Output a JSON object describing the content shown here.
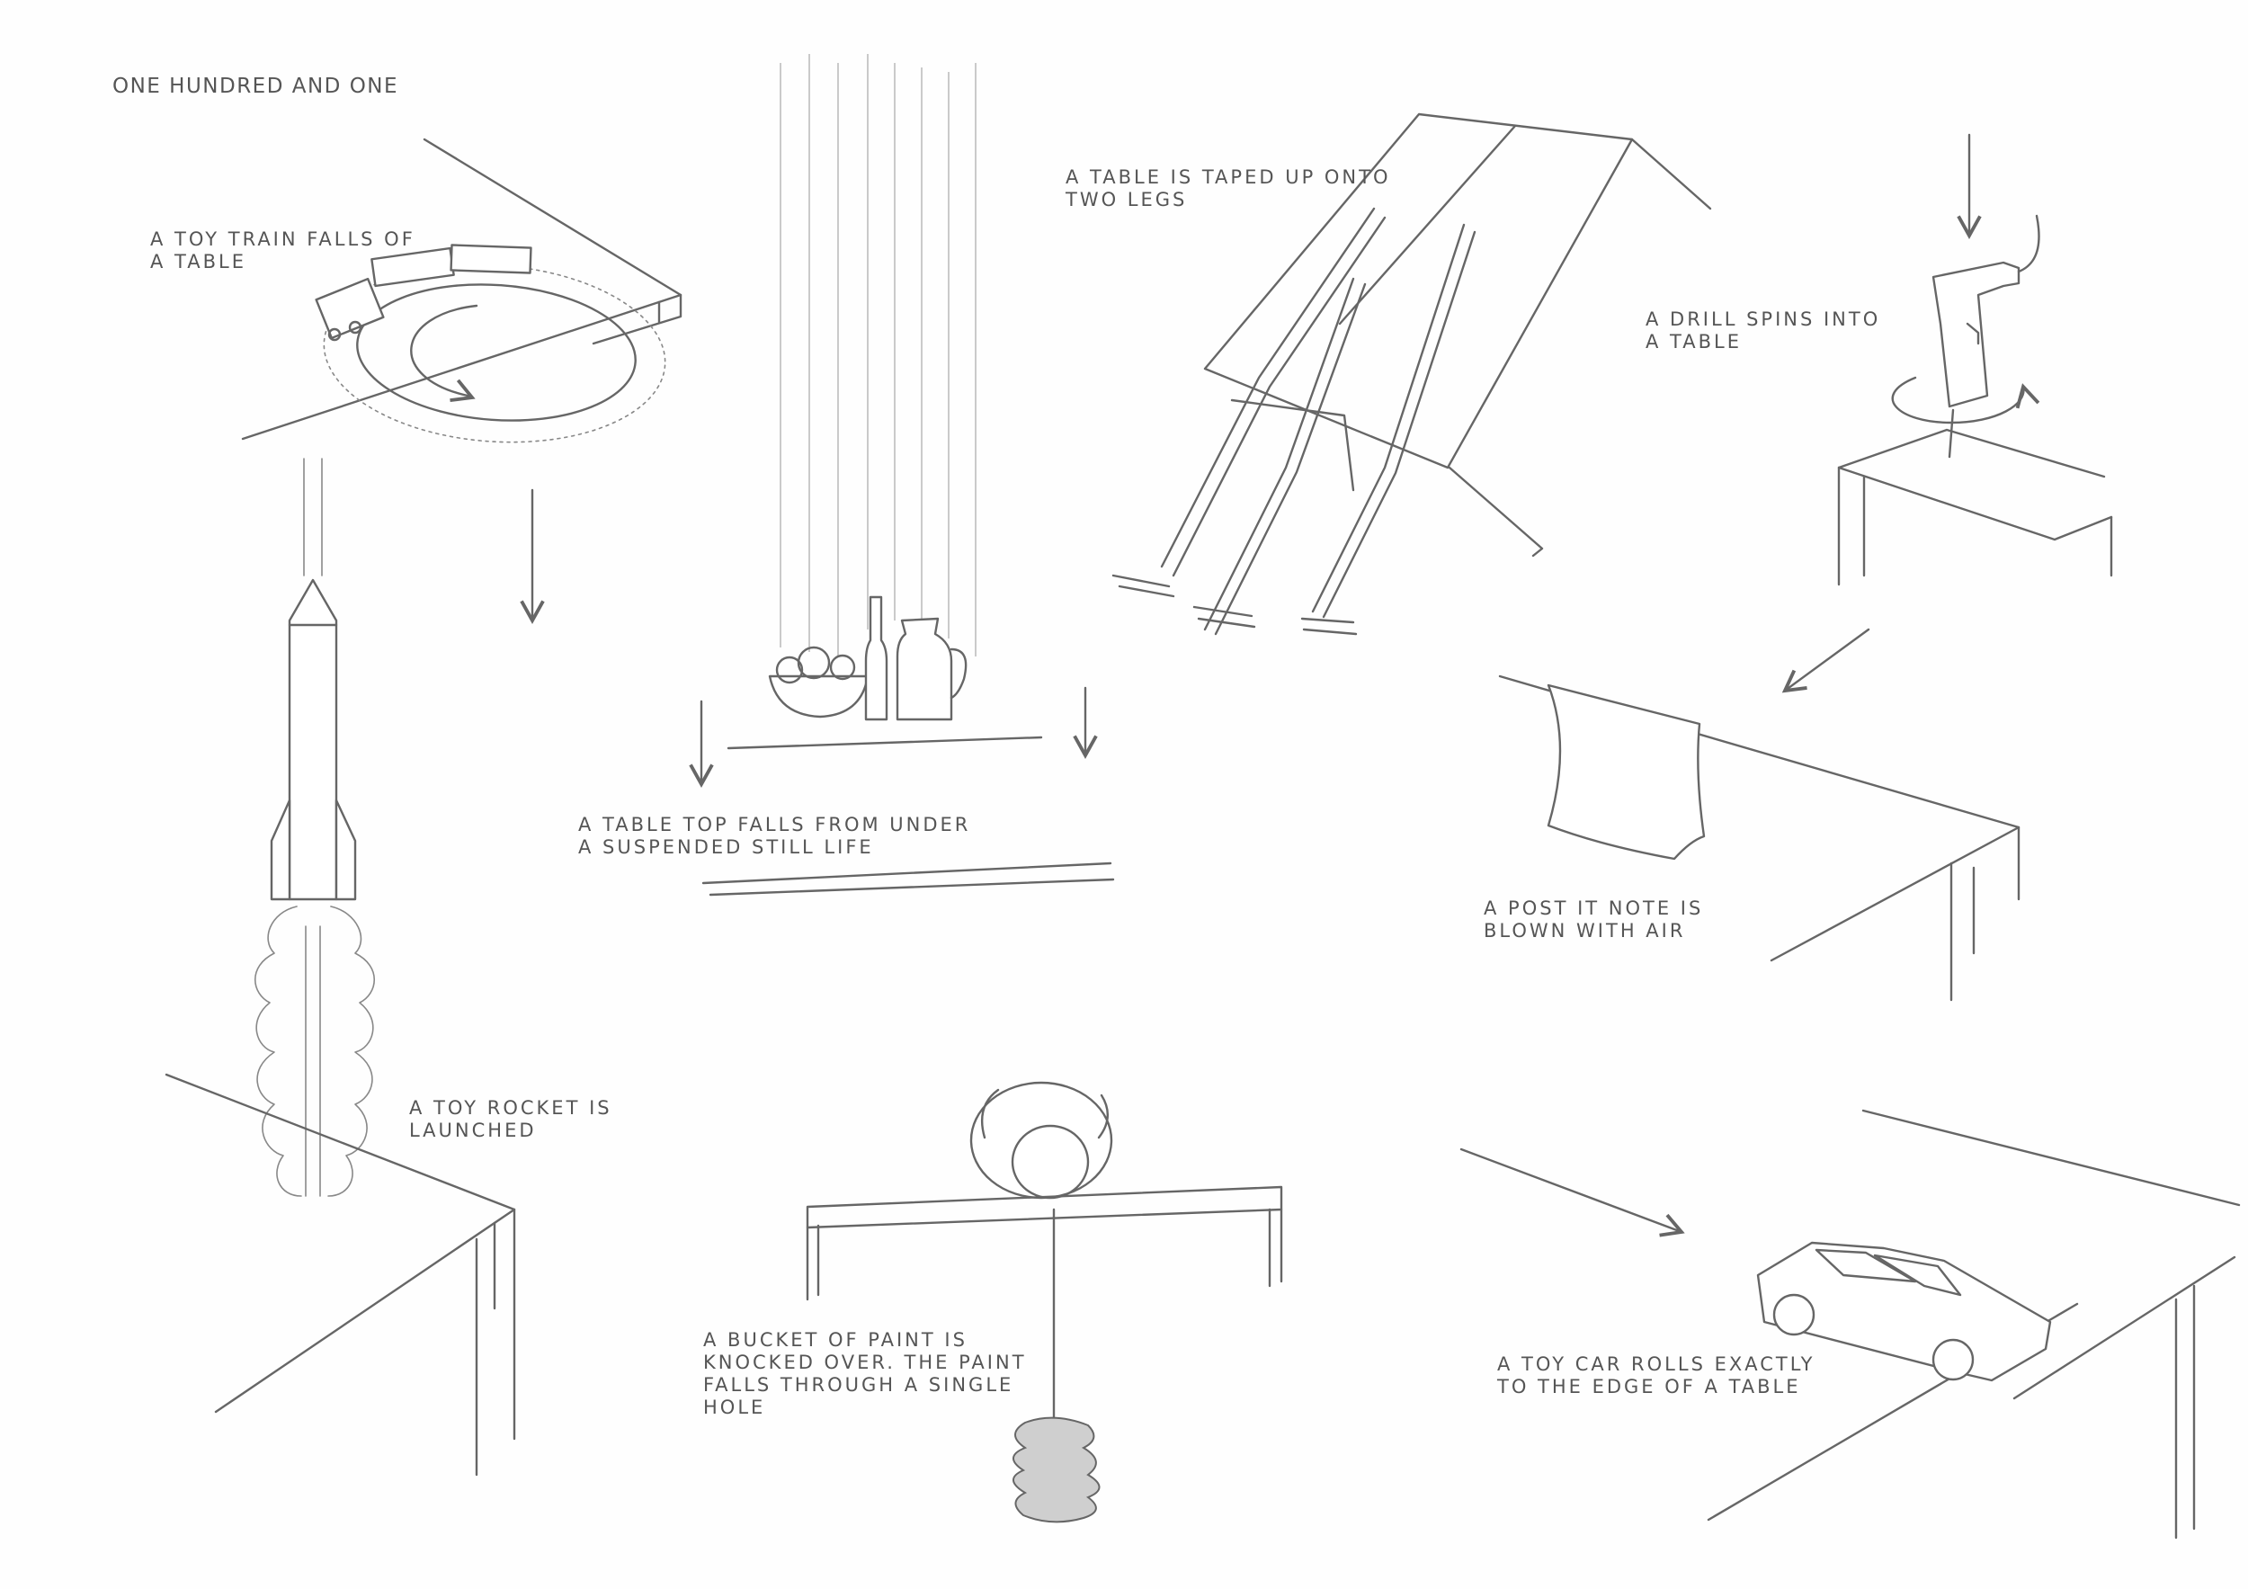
{
  "title": "ONE HUNDRED AND ONE",
  "captions": {
    "train": "A TOY TRAIN FALLS OF\nA TABLE",
    "still_life": "A TABLE TOP FALLS FROM UNDER\nA SUSPENDED STILL LIFE",
    "taped_table": "A TABLE IS TAPED UP ONTO\nTWO LEGS",
    "drill": "A DRILL SPINS INTO\nA TABLE",
    "post_it": "A POST IT NOTE IS\nBLOWN WITH AIR",
    "rocket": "A TOY ROCKET IS\nLAUNCHED",
    "paint": "A BUCKET OF PAINT IS\nKNOCKED OVER. THE PAINT\nFALLS THROUGH A SINGLE\nHOLE",
    "car": "A TOY CAR ROLLS EXACTLY\nTO THE EDGE OF A TABLE"
  }
}
